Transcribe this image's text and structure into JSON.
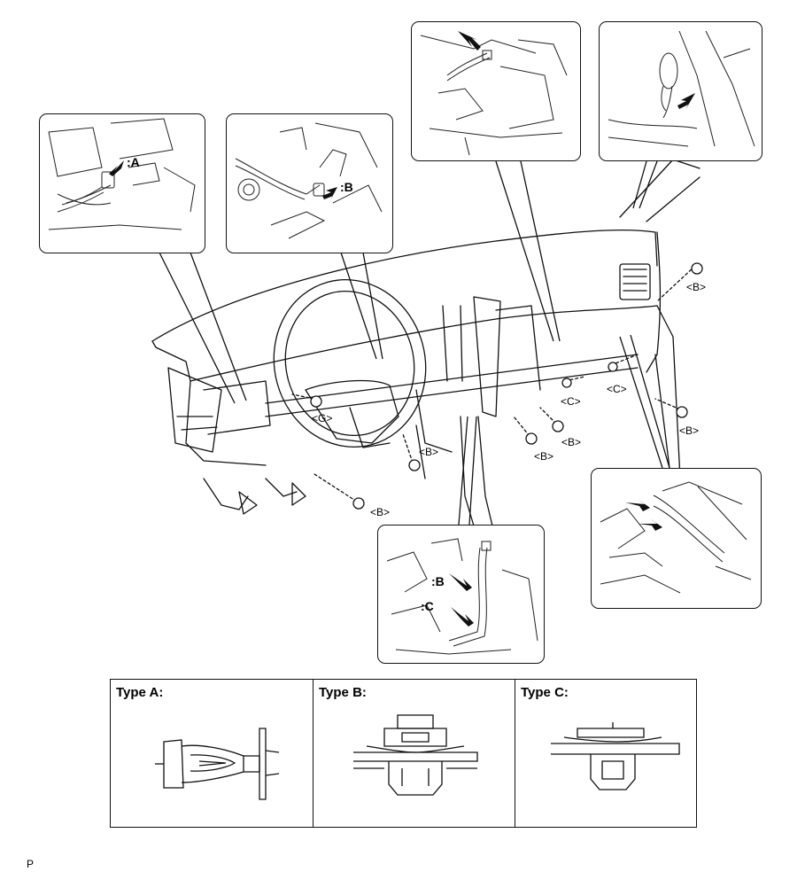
{
  "insets": {
    "top_left": {
      "label_a": ":A"
    },
    "top_center": {
      "label_b": ":B"
    },
    "bottom_center": {
      "label_b": ":B",
      "label_c": ":C"
    }
  },
  "callouts": {
    "b_right_top": "<B>",
    "c_right": "<C>",
    "c_mid": "<C>",
    "b_right_low": "<B>",
    "b_mid": "<B>",
    "b_mid2": "<B>",
    "b_center": "<B>",
    "b_bottom": "<B>",
    "g_left": "<G>"
  },
  "types": {
    "a": "Type A:",
    "b": "Type B:",
    "c": "Type C:"
  },
  "page_code": "P"
}
